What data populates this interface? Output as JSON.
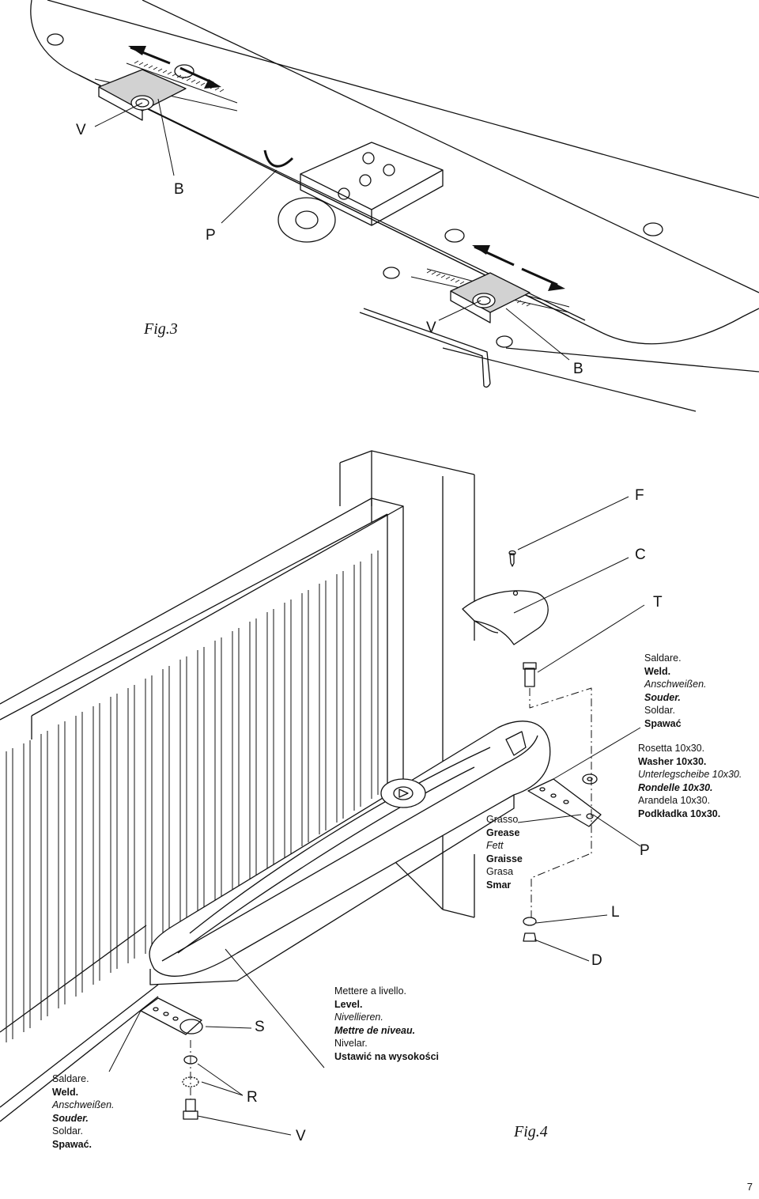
{
  "fig3": {
    "caption": "Fig.3",
    "labels": {
      "v_top": "V",
      "b_top": "B",
      "p": "P",
      "v_bottom": "V",
      "b_bottom": "B"
    }
  },
  "fig4": {
    "caption": "Fig.4",
    "labels": {
      "f": "F",
      "c": "C",
      "t": "T",
      "p": "P",
      "l": "L",
      "d": "D",
      "s": "S",
      "r": "R",
      "v": "V"
    },
    "weld_top": [
      "Saldare.",
      "Weld.",
      "Anschweißen.",
      "Souder.",
      "Soldar.",
      "Spawać"
    ],
    "washer": [
      "Rosetta 10x30.",
      "Washer 10x30.",
      "Unterlegscheibe 10x30.",
      "Rondelle 10x30.",
      "Arandela 10x30.",
      "Podkładka 10x30."
    ],
    "grease": [
      "Grasso",
      "Grease",
      "Fett",
      "Graisse",
      "Grasa",
      "Smar"
    ],
    "level": [
      "Mettere a livello.",
      "Level.",
      "Nivellieren.",
      "Mettre de niveau.",
      "Nivelar.",
      "Ustawić na wysokości"
    ],
    "weld_bottom": [
      "Saldare.",
      "Weld.",
      "Anschweißen.",
      "Souder.",
      "Soldar.",
      "Spawać."
    ]
  },
  "page_number": "7"
}
